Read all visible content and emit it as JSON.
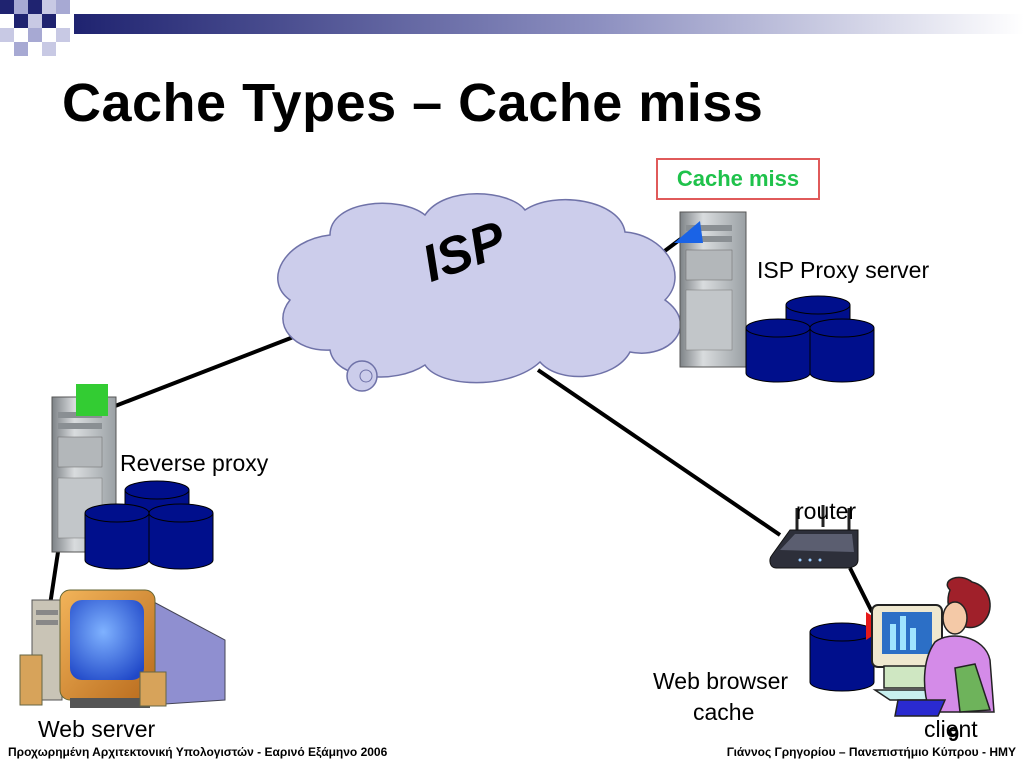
{
  "slide": {
    "title": "Cache Types – Cache miss",
    "page_number": "9"
  },
  "diagram": {
    "cloud_label": "ISP",
    "cache_miss_label": "Cache miss",
    "isp_proxy_label": "ISP Proxy server",
    "reverse_proxy_label": "Reverse proxy",
    "router_label": "router",
    "web_browser_cache_line1": "Web browser",
    "web_browser_cache_line2": "cache",
    "web_server_label": "Web server",
    "client_label": "client"
  },
  "footer": {
    "left": "Προχωρημένη Αρχιτεκτονική Υπολογιστών - Εαρινό Εξάμηνο 2006",
    "right": "Γιάννος Γρηγορίου – Πανεπιστήμιο Κύπρου - HMY"
  },
  "colors": {
    "cloud_fill": "#cccdeb",
    "disk_fill": "#000f8c",
    "marker_green": "#33cc33",
    "marker_blue": "#1a63e6",
    "marker_red": "#e61a1a",
    "cache_miss_text": "#1fc24b",
    "cache_miss_border": "#e05a5a",
    "header_bar": "#2a2e7a"
  }
}
